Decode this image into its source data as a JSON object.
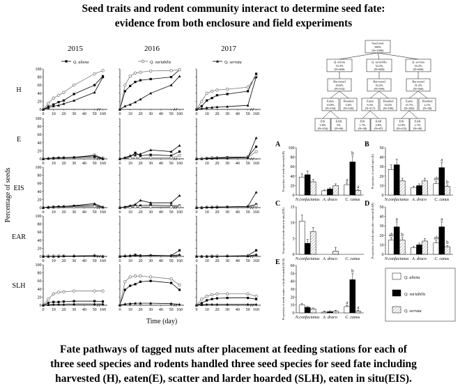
{
  "title_lines": [
    "Seed traits and rodent community interact to determine seed fate:",
    "evidence from both enclosure and field experiments"
  ],
  "caption_lines": [
    "Fate pathways of tagged nuts after placement at feeding stations for each of",
    "three seed species and rodents handled three seed species for seed fate including",
    "harvested (H), eaten(E), scatter and larder hoarded (SLH), eaten in situ(EIS)."
  ],
  "line_chart": {
    "years": [
      "2015",
      "2016",
      "2017"
    ],
    "row_labels": [
      "H",
      "E",
      "EIS",
      "EAR",
      "SLH"
    ],
    "ylabel": "Percentage of seeds",
    "xlabel": "Time (day)",
    "ytick_labels": [
      "0",
      "20",
      "40",
      "60",
      "80",
      "100"
    ],
    "xtick_labels": [
      "0",
      "10",
      "20",
      "30",
      "40",
      "50",
      "160"
    ],
    "ylim": [
      0,
      100
    ],
    "x": [
      0,
      5,
      10,
      15,
      20,
      30,
      50,
      160
    ],
    "legend": [
      {
        "name": "Q. aliena",
        "marker": "square-filled"
      },
      {
        "name": "Q. variabilis",
        "marker": "circle-open"
      },
      {
        "name": "Q. serrata",
        "marker": "triangle-filled"
      }
    ]
  },
  "chart_data": [
    {
      "type": "line",
      "panel": "2015-H",
      "x": [
        0,
        5,
        10,
        15,
        20,
        30,
        50,
        160
      ],
      "series": [
        {
          "name": "Q. aliena",
          "values": [
            0,
            7,
            12,
            18,
            22,
            38,
            60,
            82
          ]
        },
        {
          "name": "Q. variabilis",
          "values": [
            0,
            15,
            28,
            35,
            42,
            60,
            88,
            96
          ]
        },
        {
          "name": "Q. serrata",
          "values": [
            0,
            4,
            8,
            10,
            14,
            22,
            42,
            80
          ]
        }
      ]
    },
    {
      "type": "line",
      "panel": "2016-H",
      "x": [
        0,
        5,
        10,
        15,
        20,
        30,
        50,
        160
      ],
      "series": [
        {
          "name": "Q. aliena",
          "values": [
            0,
            45,
            58,
            68,
            72,
            75,
            80,
            98
          ]
        },
        {
          "name": "Q. variabilis",
          "values": [
            0,
            60,
            82,
            90,
            92,
            95,
            96,
            98
          ]
        },
        {
          "name": "Q. serrata",
          "values": [
            0,
            8,
            12,
            18,
            25,
            40,
            60,
            82
          ]
        }
      ]
    },
    {
      "type": "line",
      "panel": "2017-H",
      "x": [
        0,
        5,
        10,
        15,
        20,
        30,
        50,
        160
      ],
      "series": [
        {
          "name": "Q. aliena",
          "values": [
            0,
            8,
            22,
            28,
            35,
            38,
            45,
            88
          ]
        },
        {
          "name": "Q. variabilis",
          "values": [
            0,
            20,
            40,
            45,
            48,
            50,
            55,
            82
          ]
        },
        {
          "name": "Q. serrata",
          "values": [
            0,
            2,
            4,
            5,
            6,
            7,
            10,
            80
          ]
        }
      ]
    },
    {
      "type": "line",
      "panel": "2015-E",
      "x": [
        0,
        5,
        10,
        15,
        20,
        30,
        50,
        160
      ],
      "series": [
        {
          "name": "Q. aliena",
          "values": [
            0,
            1,
            2,
            2,
            3,
            3,
            5,
            0
          ]
        },
        {
          "name": "Q. variabilis",
          "values": [
            0,
            1,
            1,
            2,
            2,
            3,
            10,
            2
          ]
        },
        {
          "name": "Q. serrata",
          "values": [
            0,
            1,
            2,
            3,
            3,
            4,
            8,
            1
          ]
        }
      ]
    },
    {
      "type": "line",
      "panel": "2016-E",
      "x": [
        0,
        5,
        10,
        15,
        20,
        30,
        50,
        160
      ],
      "series": [
        {
          "name": "Q. aliena",
          "values": [
            0,
            2,
            5,
            15,
            8,
            10,
            8,
            18
          ]
        },
        {
          "name": "Q. variabilis",
          "values": [
            0,
            1,
            2,
            3,
            2,
            3,
            3,
            8
          ]
        },
        {
          "name": "Q. serrata",
          "values": [
            0,
            3,
            8,
            10,
            12,
            22,
            18,
            33
          ]
        }
      ]
    },
    {
      "type": "line",
      "panel": "2017-E",
      "x": [
        0,
        5,
        10,
        15,
        20,
        30,
        50,
        160
      ],
      "series": [
        {
          "name": "Q. aliena",
          "values": [
            0,
            1,
            2,
            3,
            3,
            4,
            5,
            30
          ]
        },
        {
          "name": "Q. variabilis",
          "values": [
            0,
            1,
            1,
            2,
            2,
            2,
            3,
            18
          ]
        },
        {
          "name": "Q. serrata",
          "values": [
            0,
            0,
            1,
            1,
            2,
            2,
            3,
            52
          ]
        }
      ]
    },
    {
      "type": "line",
      "panel": "2015-EIS",
      "x": [
        0,
        5,
        10,
        15,
        20,
        30,
        50,
        160
      ],
      "series": [
        {
          "name": "Q. aliena",
          "values": [
            0,
            1,
            2,
            2,
            3,
            4,
            6,
            1
          ]
        },
        {
          "name": "Q. variabilis",
          "values": [
            0,
            0,
            1,
            1,
            2,
            2,
            3,
            1
          ]
        },
        {
          "name": "Q. serrata",
          "values": [
            0,
            1,
            2,
            3,
            3,
            5,
            10,
            1
          ]
        }
      ]
    },
    {
      "type": "line",
      "panel": "2016-EIS",
      "x": [
        0,
        5,
        10,
        15,
        20,
        30,
        50,
        160
      ],
      "series": [
        {
          "name": "Q. aliena",
          "values": [
            0,
            1,
            3,
            5,
            5,
            6,
            5,
            5
          ]
        },
        {
          "name": "Q. variabilis",
          "values": [
            0,
            0,
            1,
            2,
            1,
            2,
            2,
            3
          ]
        },
        {
          "name": "Q. serrata",
          "values": [
            0,
            2,
            5,
            8,
            18,
            12,
            12,
            30
          ]
        }
      ]
    },
    {
      "type": "line",
      "panel": "2017-EIS",
      "x": [
        0,
        5,
        10,
        15,
        20,
        30,
        50,
        160
      ],
      "series": [
        {
          "name": "Q. aliena",
          "values": [
            0,
            0,
            1,
            1,
            2,
            2,
            3,
            8
          ]
        },
        {
          "name": "Q. variabilis",
          "values": [
            0,
            0,
            1,
            1,
            1,
            2,
            2,
            5
          ]
        },
        {
          "name": "Q. serrata",
          "values": [
            0,
            0,
            1,
            1,
            1,
            2,
            3,
            38
          ]
        }
      ]
    },
    {
      "type": "line",
      "panel": "2015-EAR",
      "x": [
        0,
        5,
        10,
        15,
        20,
        30,
        50,
        160
      ],
      "series": [
        {
          "name": "Q. aliena",
          "values": [
            0,
            0,
            0,
            1,
            1,
            1,
            2,
            0
          ]
        },
        {
          "name": "Q. variabilis",
          "values": [
            0,
            1,
            1,
            1,
            1,
            1,
            2,
            0
          ]
        },
        {
          "name": "Q. serrata",
          "values": [
            0,
            0,
            0,
            0,
            1,
            1,
            2,
            0
          ]
        }
      ]
    },
    {
      "type": "line",
      "panel": "2016-EAR",
      "x": [
        0,
        5,
        10,
        15,
        20,
        30,
        50,
        160
      ],
      "series": [
        {
          "name": "Q. aliena",
          "values": [
            0,
            1,
            1,
            4,
            2,
            2,
            2,
            15
          ]
        },
        {
          "name": "Q. variabilis",
          "values": [
            0,
            1,
            1,
            2,
            1,
            1,
            1,
            2
          ]
        },
        {
          "name": "Q. serrata",
          "values": [
            0,
            1,
            2,
            3,
            2,
            3,
            2,
            4
          ]
        }
      ]
    },
    {
      "type": "line",
      "panel": "2017-EAR",
      "x": [
        0,
        5,
        10,
        15,
        20,
        30,
        50,
        160
      ],
      "series": [
        {
          "name": "Q. aliena",
          "values": [
            0,
            0,
            0,
            1,
            1,
            1,
            2,
            15
          ]
        },
        {
          "name": "Q. variabilis",
          "values": [
            0,
            0,
            0,
            0,
            1,
            1,
            1,
            3
          ]
        },
        {
          "name": "Q. serrata",
          "values": [
            0,
            0,
            0,
            0,
            0,
            1,
            1,
            4
          ]
        }
      ]
    },
    {
      "type": "line",
      "panel": "2015-SLH",
      "x": [
        0,
        5,
        10,
        15,
        20,
        30,
        50,
        160
      ],
      "series": [
        {
          "name": "Q. aliena",
          "values": [
            0,
            6,
            8,
            8,
            9,
            10,
            10,
            9
          ]
        },
        {
          "name": "Q. variabilis",
          "values": [
            0,
            15,
            28,
            32,
            33,
            35,
            35,
            35
          ]
        },
        {
          "name": "Q. serrata",
          "values": [
            0,
            1,
            2,
            2,
            2,
            3,
            3,
            3
          ]
        }
      ]
    },
    {
      "type": "line",
      "panel": "2016-SLH",
      "x": [
        0,
        5,
        10,
        15,
        20,
        30,
        50,
        160
      ],
      "series": [
        {
          "name": "Q. aliena",
          "values": [
            0,
            38,
            48,
            52,
            58,
            60,
            55,
            38
          ]
        },
        {
          "name": "Q. variabilis",
          "values": [
            0,
            58,
            70,
            72,
            72,
            70,
            65,
            50
          ]
        },
        {
          "name": "Q. serrata",
          "values": [
            0,
            3,
            4,
            5,
            5,
            5,
            4,
            2
          ]
        }
      ]
    },
    {
      "type": "line",
      "panel": "2017-SLH",
      "x": [
        0,
        5,
        10,
        15,
        20,
        30,
        50,
        160
      ],
      "series": [
        {
          "name": "Q. aliena",
          "values": [
            0,
            5,
            12,
            15,
            17,
            18,
            18,
            15
          ]
        },
        {
          "name": "Q. variabilis",
          "values": [
            0,
            15,
            22,
            26,
            28,
            28,
            28,
            22
          ]
        },
        {
          "name": "Q. serrata",
          "values": [
            0,
            1,
            2,
            2,
            2,
            2,
            2,
            2
          ]
        }
      ]
    },
    {
      "type": "bar",
      "panel": "A",
      "ylabel": "Proportion of seeds harvested (H)",
      "categories": [
        "N.confucianus",
        "A. draco",
        "C. canus"
      ],
      "series": [
        {
          "name": "Q. aliena",
          "values": [
            38,
            9,
            22
          ]
        },
        {
          "name": "Q. variabilis",
          "values": [
            43,
            13,
            70
          ]
        },
        {
          "name": "Q. serrata",
          "values": [
            28,
            20,
            10
          ]
        }
      ],
      "ylim": [
        0,
        100
      ],
      "annotations": [
        {
          "category": "C. canus",
          "labels": [
            "a",
            "b",
            "a"
          ]
        }
      ]
    },
    {
      "type": "bar",
      "panel": "B",
      "ylabel": "Proportion of seeds eaten (E)",
      "categories": [
        "N.confucianus",
        "A. draco",
        "C. canus"
      ],
      "series": [
        {
          "name": "Q. aliena",
          "values": [
            27,
            8,
            12
          ]
        },
        {
          "name": "Q. variabilis",
          "values": [
            32,
            10,
            29
          ]
        },
        {
          "name": "Q. serrata",
          "values": [
            15,
            15,
            9
          ]
        }
      ],
      "ylim": [
        0,
        50
      ],
      "annotations": [
        {
          "category": "C. canus",
          "labels": [
            "ab",
            "a",
            "b"
          ]
        }
      ]
    },
    {
      "type": "bar",
      "panel": "C",
      "ylabel": "Proportion of seeds eaten in situ (EIS)",
      "categories": [
        "N.confucianus",
        "A. draco",
        "C. canus"
      ],
      "series": [
        {
          "name": "Q. aliena",
          "values": [
            10.5,
            0,
            0
          ]
        },
        {
          "name": "Q. variabilis",
          "values": [
            3.5,
            0,
            0
          ]
        },
        {
          "name": "Q. serrata",
          "values": [
            7.2,
            1,
            0
          ]
        }
      ],
      "ylim": [
        0,
        15
      ]
    },
    {
      "type": "bar",
      "panel": "D",
      "ylabel": "Proportion of seeds eaten after removal (EAR)",
      "categories": [
        "N.confucianus",
        "A. draco",
        "C. canus"
      ],
      "series": [
        {
          "name": "Q. aliena",
          "values": [
            15,
            7,
            12
          ]
        },
        {
          "name": "Q. variabilis",
          "values": [
            29,
            10,
            29
          ]
        },
        {
          "name": "Q. serrata",
          "values": [
            15,
            14,
            8
          ]
        }
      ],
      "ylim": [
        0,
        50
      ],
      "annotations": [
        {
          "category": "N.confucianus",
          "labels": [
            "ab",
            "a",
            "b"
          ]
        },
        {
          "category": "C. canus",
          "labels": [
            "ab",
            "a",
            "b"
          ]
        }
      ]
    },
    {
      "type": "bar",
      "panel": "E",
      "ylabel": "Proportion of seeds scatter or larder hoarded (SLH)",
      "categories": [
        "N.confucianus",
        "A. draco",
        "C. canus"
      ],
      "series": [
        {
          "name": "Q. aliena",
          "values": [
            10,
            1,
            8
          ]
        },
        {
          "name": "Q. variabilis",
          "values": [
            7,
            1.5,
            42
          ]
        },
        {
          "name": "Q. serrata",
          "values": [
            5,
            2,
            2
          ]
        }
      ],
      "ylim": [
        0,
        60
      ],
      "annotations": [
        {
          "category": "C. canus",
          "labels": [
            "a",
            "b",
            "a"
          ]
        }
      ]
    }
  ],
  "tree": {
    "root": [
      "Seed total",
      "100%",
      "(N=1800)"
    ],
    "species": [
      {
        "lines": [
          "Q. aliena",
          "33.3%",
          "(N=600)"
        ],
        "harvested": [
          "Harvested",
          "29.6%",
          "(N=533)"
        ],
        "eaten": [
          "Eaten",
          "10.8%",
          "(N=194)"
        ],
        "hoarded": [
          "Hoarded",
          "5.6%",
          "(N=100)"
        ],
        "eis": [
          "EIS",
          "5.8%",
          "(N=104)"
        ],
        "ear": [
          "EAR",
          "5%",
          "(N=90)"
        ]
      },
      {
        "lines": [
          "Q. variabilis",
          "33.3%",
          "(N=600)"
        ],
        "harvested": [
          "Harvested",
          "33.3%",
          "(N=599)"
        ],
        "eaten": [
          "Eaten",
          "6.5%",
          "(N=117)"
        ],
        "hoarded": [
          "Hoarded",
          "10.5%",
          "(N=189)"
        ],
        "eis": [
          "EIS",
          "1.7%",
          "(N=30)"
        ],
        "ear": [
          "EAR",
          "4.8%",
          "(N=87)"
        ]
      },
      {
        "lines": [
          "Q. serrata",
          "33.3%",
          "(N=600)"
        ],
        "harvested": [
          "Harvested",
          "31.2%",
          "(N=560)"
        ],
        "eaten": [
          "Eaten",
          "15.7%",
          "(N=282)"
        ],
        "hoarded": [
          "Hoarded",
          "2.1%",
          "(N=38)"
        ],
        "eis": [
          "EIS",
          "12.9%",
          "(N=233)"
        ],
        "ear": [
          "EAR",
          "2.7%",
          "(N=49)"
        ]
      }
    ]
  },
  "colors": {
    "Q. aliena": "#ffffff",
    "Q. variabilis": "#000000",
    "Q. serrata": "#d8d8d8",
    "line_aliena": "#000000",
    "line_variabilis": "#777777",
    "line_serrata": "#000000"
  }
}
